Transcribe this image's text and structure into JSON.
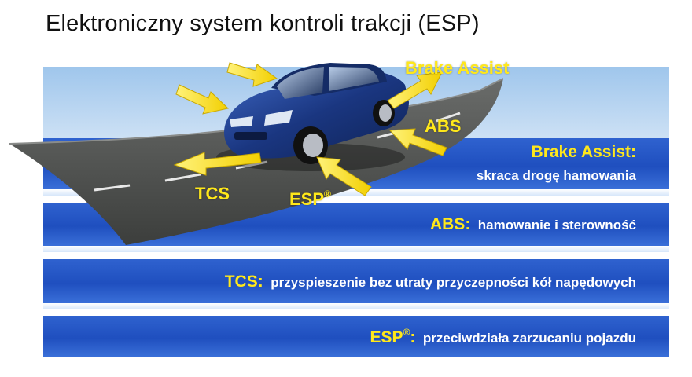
{
  "title": "Elektroniczny system kontroli trakcji (ESP)",
  "labels": {
    "brake_assist": "Brake Assist",
    "abs": "ABS",
    "tcs": "TCS",
    "esp": "ESP",
    "esp_mark": "®"
  },
  "bands": [
    {
      "key": "Brake Assist",
      "colon": ":",
      "desc": "skraca drogę hamowania"
    },
    {
      "key": "ABS",
      "colon": ":",
      "desc": "hamowanie i sterowność"
    },
    {
      "key": "TCS",
      "colon": ":",
      "desc": "przyspieszenie bez utraty przyczepności kół napędowych"
    },
    {
      "key": "ESP",
      "mark": "®",
      "colon": ":",
      "desc": "przeciwdziała zarzucaniu pojazdu"
    }
  ],
  "colors": {
    "accent_yellow": "#ffe81a",
    "band_blue": "#2556c8",
    "road": "#4a4c4a",
    "car": "#1c3a86"
  }
}
